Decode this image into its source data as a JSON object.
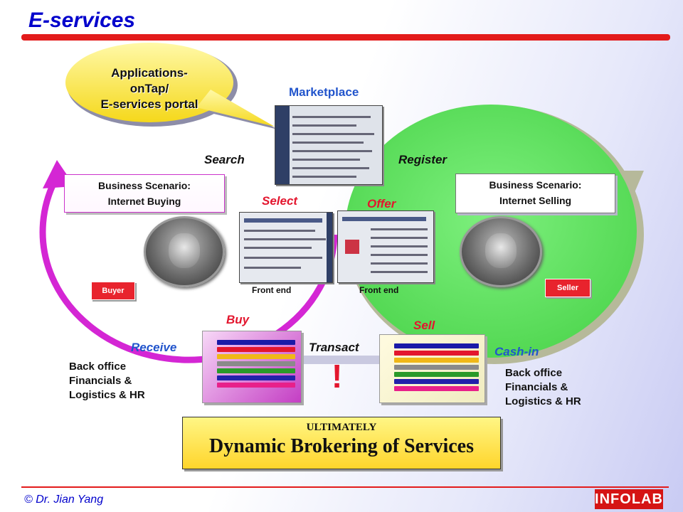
{
  "title": "E-services",
  "footer": "© Dr. Jian Yang",
  "logo_text": "INFOLAB",
  "bubble": {
    "line1": "Applications-",
    "line2": "onTap/",
    "line3": "E-services portal"
  },
  "labels": {
    "marketplace": "Marketplace",
    "search": "Search",
    "register": "Register",
    "select": "Select",
    "offer": "Offer",
    "front_end_left": "Front end",
    "front_end_right": "Front end",
    "buy": "Buy",
    "sell": "Sell",
    "receive": "Receive",
    "transact": "Transact",
    "cash_in": "Cash-in",
    "exclaim": "!"
  },
  "scenario_buy": {
    "line1": "Business Scenario:",
    "line2": "Internet Buying"
  },
  "scenario_sell": {
    "line1": "Business Scenario:",
    "line2": "Internet Selling"
  },
  "tags": {
    "buyer": "Buyer",
    "seller": "Seller"
  },
  "back_office_left": {
    "line1": "Back office",
    "line2": "Financials &",
    "line3": "Logistics & HR"
  },
  "back_office_right": {
    "line1": "Back office",
    "line2": "Financials &",
    "line3": "Logistics & HR"
  },
  "ultimately": {
    "line1": "ULTIMATELY",
    "line2": "Dynamic Brokering of Services"
  },
  "colors": {
    "title": "#0000cc",
    "accent_red": "#e31b1b",
    "buy_ring": "#d426d4",
    "sell_ring": "#66e066",
    "bar_colors": [
      "#1a1aa8",
      "#e3162e",
      "#f0b818",
      "#8a8a8a",
      "#2a9a2a",
      "#2222aa",
      "#e8208a"
    ]
  }
}
